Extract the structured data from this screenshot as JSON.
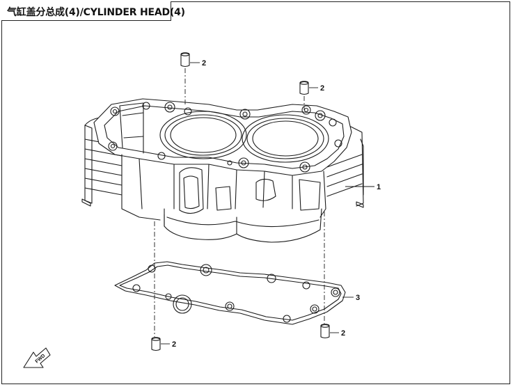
{
  "title": "气缸盖分总成(4)/CYLINDER HEAD(4)",
  "callouts": {
    "dowel_top_left": "2",
    "dowel_top_right": "2",
    "cylinder_head": "1",
    "gasket": "3",
    "dowel_bottom_right": "2",
    "dowel_bottom_left": "2"
  },
  "forward_marker": "FWD"
}
